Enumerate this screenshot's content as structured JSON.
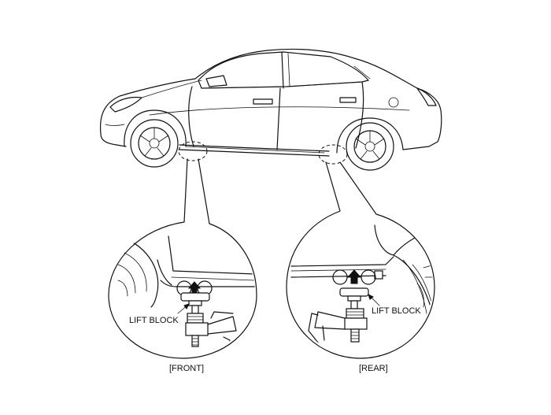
{
  "labels": {
    "lift_block_front": "LIFT BLOCK",
    "lift_block_rear": "LIFT BLOCK",
    "front": "[FRONT]",
    "rear": "[REAR]"
  }
}
